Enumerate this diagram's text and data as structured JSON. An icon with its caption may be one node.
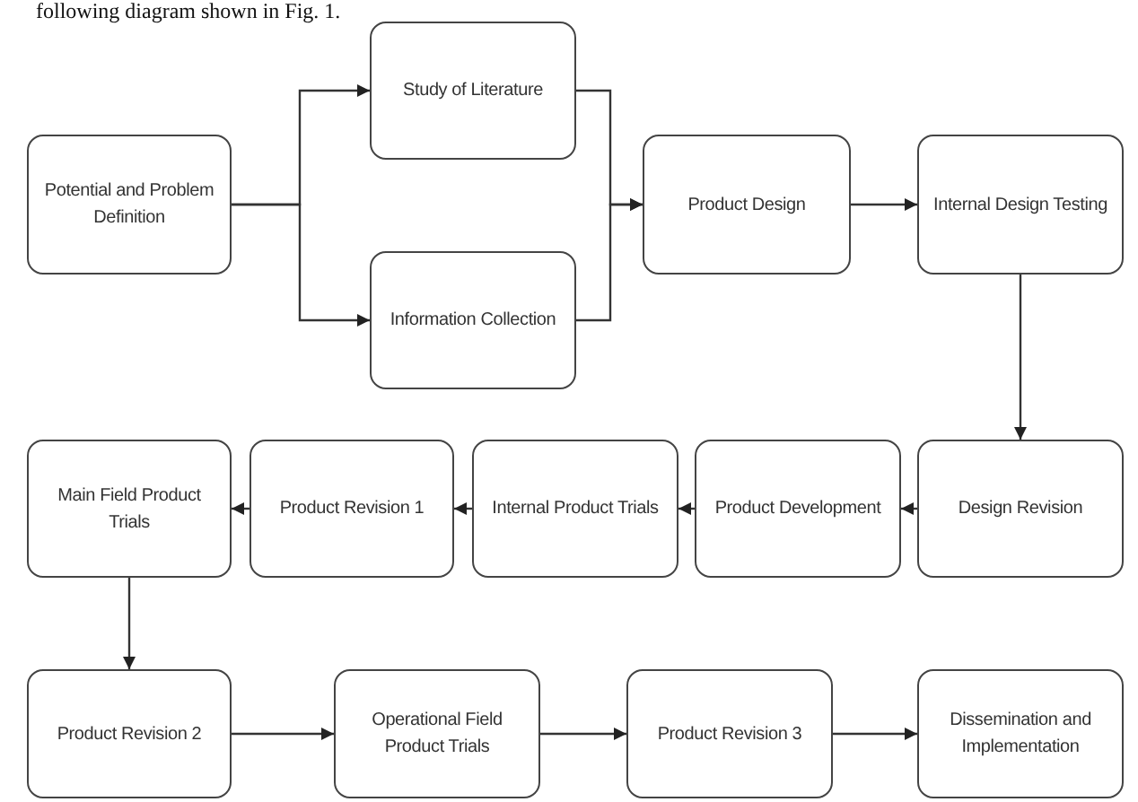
{
  "diagram": {
    "nodes": [
      {
        "text": [
          "Potential and Problem Definition"
        ]
      },
      {
        "text": [
          "Study of Literature"
        ]
      },
      {
        "text": [
          "Information Collection"
        ]
      },
      {
        "text": [
          "Product Design"
        ]
      },
      {
        "text": [
          "Internal Design Testing"
        ]
      },
      {
        "text": [
          "Main Field Product Trials"
        ]
      },
      {
        "text": [
          "Product Revision 1"
        ]
      },
      {
        "text": [
          "Internal Product Trials"
        ]
      },
      {
        "text": [
          "Product Development"
        ]
      },
      {
        "text": [
          "Design Revision"
        ]
      },
      {
        "text": [
          "Product Revision 2"
        ]
      },
      {
        "text": [
          "Operational Field Product Trials"
        ]
      },
      {
        "text": [
          "Product Revision 3"
        ]
      },
      {
        "text": [
          "Dissemination and Implementation"
        ]
      }
    ],
    "edges": [
      {
        "from": 0,
        "to": 1,
        "arrow": "to"
      },
      {
        "from": 0,
        "to": 2,
        "arrow": "to"
      },
      {
        "from": 1,
        "to": 3,
        "arrow": "to"
      },
      {
        "from": 2,
        "to": 3,
        "arrow": "to"
      },
      {
        "from": 3,
        "to": 4,
        "arrow": "to"
      },
      {
        "from": 4,
        "to": 9,
        "arrow": "to"
      },
      {
        "from": 9,
        "to": 8,
        "arrow": "to"
      },
      {
        "from": 8,
        "to": 7,
        "arrow": "to"
      },
      {
        "from": 7,
        "to": 6,
        "arrow": "to"
      },
      {
        "from": 6,
        "to": 5,
        "arrow": "to"
      },
      {
        "from": 5,
        "to": 10,
        "arrow": "to"
      },
      {
        "from": 10,
        "to": 11,
        "arrow": "to"
      },
      {
        "from": 11,
        "to": 12,
        "arrow": "to"
      },
      {
        "from": 12,
        "to": 13,
        "arrow": "to"
      }
    ],
    "labels": [
      "following diagram shown in Fig. 1."
    ]
  }
}
